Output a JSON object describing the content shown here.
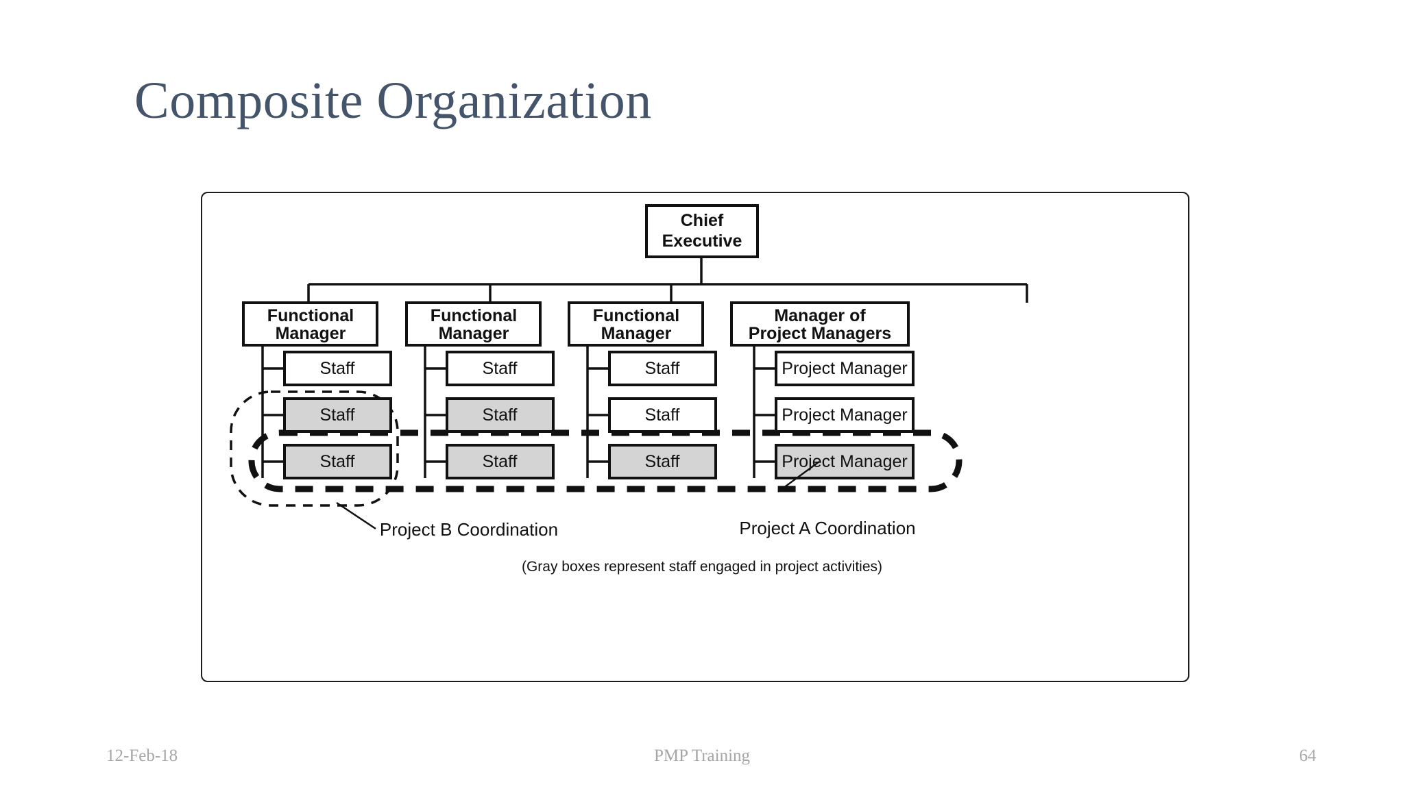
{
  "slide": {
    "title": "Composite Organization"
  },
  "diagram": {
    "root": {
      "line1": "Chief",
      "line2": "Executive"
    },
    "columns": [
      {
        "header_line1": "Functional",
        "header_line2": "Manager",
        "children": [
          {
            "label": "Staff",
            "gray": false
          },
          {
            "label": "Staff",
            "gray": true
          },
          {
            "label": "Staff",
            "gray": true
          }
        ]
      },
      {
        "header_line1": "Functional",
        "header_line2": "Manager",
        "children": [
          {
            "label": "Staff",
            "gray": false
          },
          {
            "label": "Staff",
            "gray": true
          },
          {
            "label": "Staff",
            "gray": true
          }
        ]
      },
      {
        "header_line1": "Functional",
        "header_line2": "Manager",
        "children": [
          {
            "label": "Staff",
            "gray": false
          },
          {
            "label": "Staff",
            "gray": false
          },
          {
            "label": "Staff",
            "gray": true
          }
        ]
      },
      {
        "header_line1": "Manager of",
        "header_line2": "Project Managers",
        "children": [
          {
            "label": "Project Manager",
            "gray": false
          },
          {
            "label": "Project Manager",
            "gray": false
          },
          {
            "label": "Project Manager",
            "gray": true
          }
        ]
      }
    ],
    "annotations": {
      "project_b_label": "Project B Coordination",
      "project_a_label": "Project A Coordination",
      "note": "(Gray boxes represent staff engaged in project activities)"
    },
    "colors": {
      "gray_fill": "#d4d4d4",
      "line": "#111111",
      "frame": "#1c1c1c"
    }
  },
  "footer": {
    "date": "12-Feb-18",
    "center": "PMP Training",
    "page": "64"
  }
}
